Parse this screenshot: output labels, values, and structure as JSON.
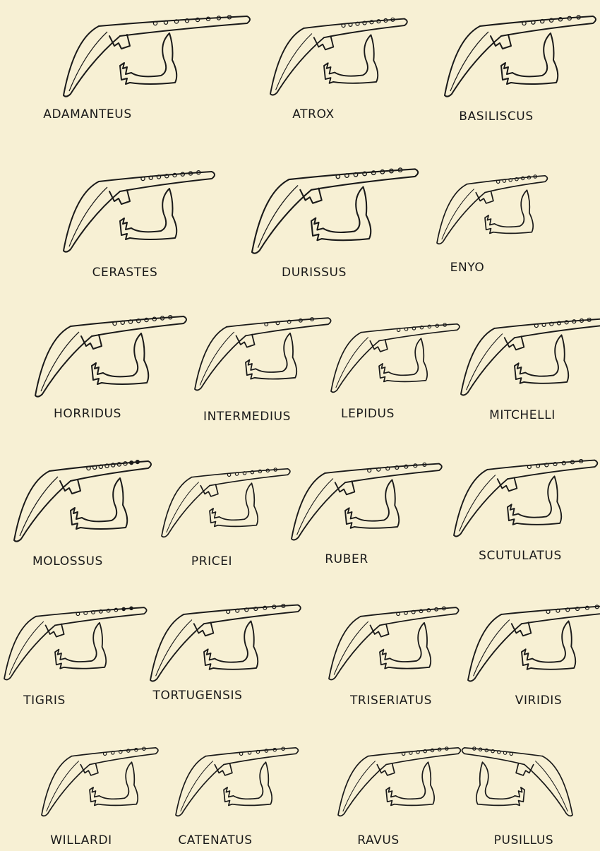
{
  "species": [
    {
      "key": "adamanteus",
      "label": "ADAMANTEUS"
    },
    {
      "key": "atrox",
      "label": "ATROX"
    },
    {
      "key": "basiliscus",
      "label": "BASILISCUS"
    },
    {
      "key": "cerastes",
      "label": "CERASTES"
    },
    {
      "key": "durissus",
      "label": "DURISSUS"
    },
    {
      "key": "enyo",
      "label": "ENYO"
    },
    {
      "key": "horridus",
      "label": "HORRIDUS"
    },
    {
      "key": "intermedius",
      "label": "INTERMEDIUS"
    },
    {
      "key": "lepidus",
      "label": "LEPIDUS"
    },
    {
      "key": "mitchelli",
      "label": "MITCHELLI"
    },
    {
      "key": "molossus",
      "label": "MOLOSSUS"
    },
    {
      "key": "pricei",
      "label": "PRICEI"
    },
    {
      "key": "ruber",
      "label": "RUBER"
    },
    {
      "key": "scutulatus",
      "label": "SCUTULATUS"
    },
    {
      "key": "tigris",
      "label": "TIGRIS"
    },
    {
      "key": "tortugensis",
      "label": "TORTUGENSIS"
    },
    {
      "key": "triseriatus",
      "label": "TRISERIATUS"
    },
    {
      "key": "viridis",
      "label": "VIRIDIS"
    },
    {
      "key": "willardi",
      "label": "WILLARDI"
    },
    {
      "key": "catenatus",
      "label": "CATENATUS"
    },
    {
      "key": "ravus",
      "label": "RAVUS"
    },
    {
      "key": "pusillus",
      "label": "PUSILLUS"
    }
  ]
}
